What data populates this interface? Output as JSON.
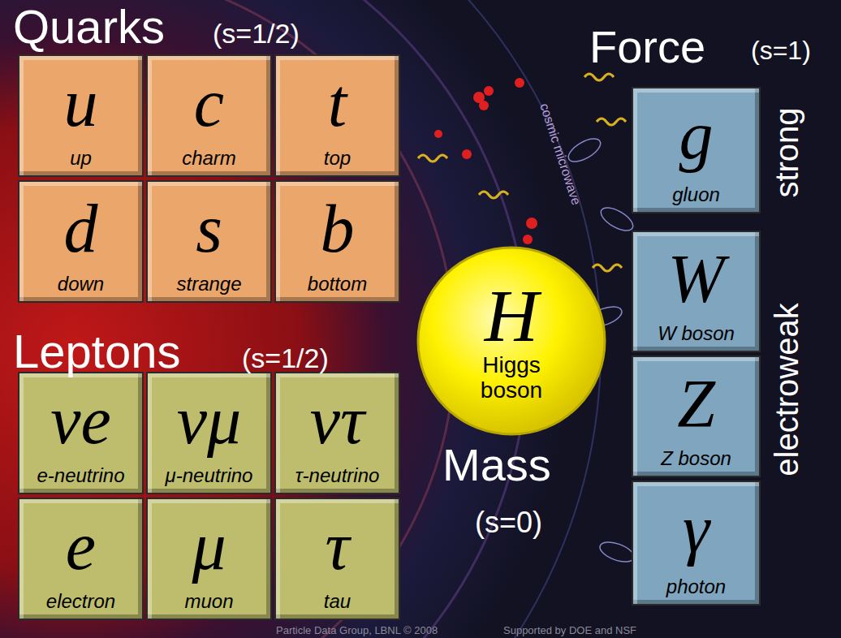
{
  "diagram": {
    "nodes": [
      {
        "text": [
          "u",
          "up"
        ]
      },
      {
        "text": [
          "c",
          "charm"
        ]
      },
      {
        "text": [
          "t",
          "top"
        ]
      },
      {
        "text": [
          "d",
          "down"
        ]
      },
      {
        "text": [
          "s",
          "strange"
        ]
      },
      {
        "text": [
          "b",
          "bottom"
        ]
      },
      {
        "text": [
          "νe",
          "e-neutrino"
        ]
      },
      {
        "text": [
          "νμ",
          "μ-neutrino"
        ]
      },
      {
        "text": [
          "ντ",
          "τ-neutrino"
        ]
      },
      {
        "text": [
          "e",
          "electron"
        ]
      },
      {
        "text": [
          "μ",
          "muon"
        ]
      },
      {
        "text": [
          "τ",
          "tau"
        ]
      },
      {
        "text": [
          "H",
          "Higgs boson"
        ]
      },
      {
        "text": [
          "g",
          "gluon"
        ]
      },
      {
        "text": [
          "W",
          "W boson"
        ]
      },
      {
        "text": [
          "Z",
          "Z boson"
        ]
      },
      {
        "text": [
          "γ",
          "photon"
        ]
      }
    ],
    "labels": [
      "Quarks",
      "(s=1/2)",
      "Leptons",
      "(s=1/2)",
      "Mass",
      "(s=0)",
      "Force",
      "(s=1)",
      "strong",
      "electroweak",
      "cosmic microwave",
      "Particle Data Group, LBNL © 2008",
      "Supported by DOE and NSF"
    ]
  }
}
